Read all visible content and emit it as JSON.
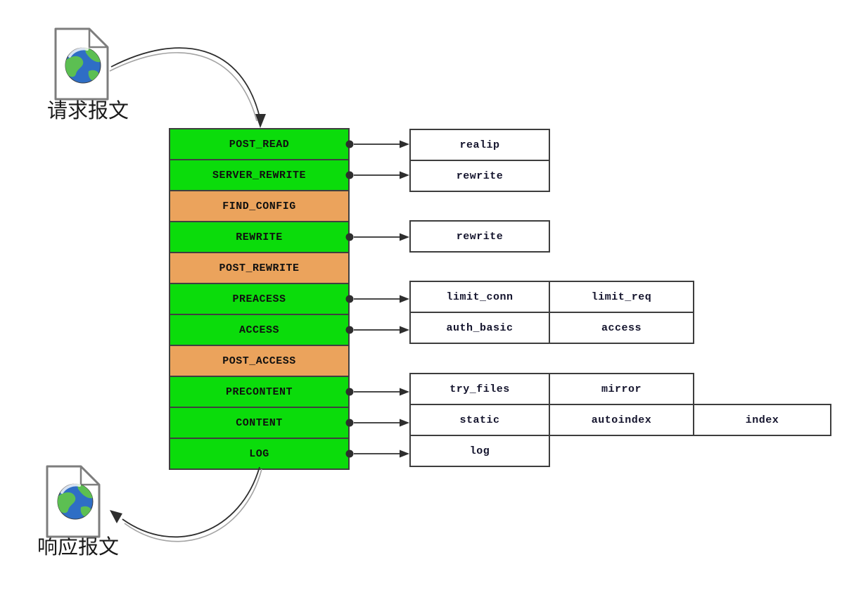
{
  "diagram": {
    "subject": "nginx-http-request-processing-phases"
  },
  "request_doc": {
    "label": "请求报文",
    "icon": "globe-document-icon"
  },
  "response_doc": {
    "label": "响应报文",
    "icon": "globe-document-icon"
  },
  "phases": [
    {
      "name": "POST_READ",
      "color": "green",
      "modules": [
        "realip"
      ]
    },
    {
      "name": "SERVER_REWRITE",
      "color": "green",
      "modules": [
        "rewrite"
      ]
    },
    {
      "name": "FIND_CONFIG",
      "color": "orange",
      "modules": []
    },
    {
      "name": "REWRITE",
      "color": "green",
      "modules": [
        "rewrite"
      ]
    },
    {
      "name": "POST_REWRITE",
      "color": "orange",
      "modules": []
    },
    {
      "name": "PREACESS",
      "color": "green",
      "modules": [
        "limit_conn",
        "limit_req"
      ]
    },
    {
      "name": "ACCESS",
      "color": "green",
      "modules": [
        "auth_basic",
        "access"
      ]
    },
    {
      "name": "POST_ACCESS",
      "color": "orange",
      "modules": []
    },
    {
      "name": "PRECONTENT",
      "color": "green",
      "modules": [
        "try_files",
        "mirror"
      ]
    },
    {
      "name": "CONTENT",
      "color": "green",
      "modules": [
        "static",
        "autoindex",
        "index"
      ]
    },
    {
      "name": "LOG",
      "color": "green",
      "modules": [
        "log"
      ]
    }
  ],
  "colors": {
    "background": "#ffffff",
    "phase_green": "#0bdc0b",
    "phase_orange": "#eba35c",
    "phase_border": "#3f3f3f",
    "phase_text": "#101010",
    "module_border": "#3d3d3d",
    "module_bg": "#ffffff",
    "module_text": "#14142d",
    "arrow": "#2e2e2e",
    "arrow_shadow": "#a3a3a3",
    "page_border": "#7d7d7d",
    "globe_ocean": "#2f6ec5",
    "globe_land": "#5cbf52"
  }
}
